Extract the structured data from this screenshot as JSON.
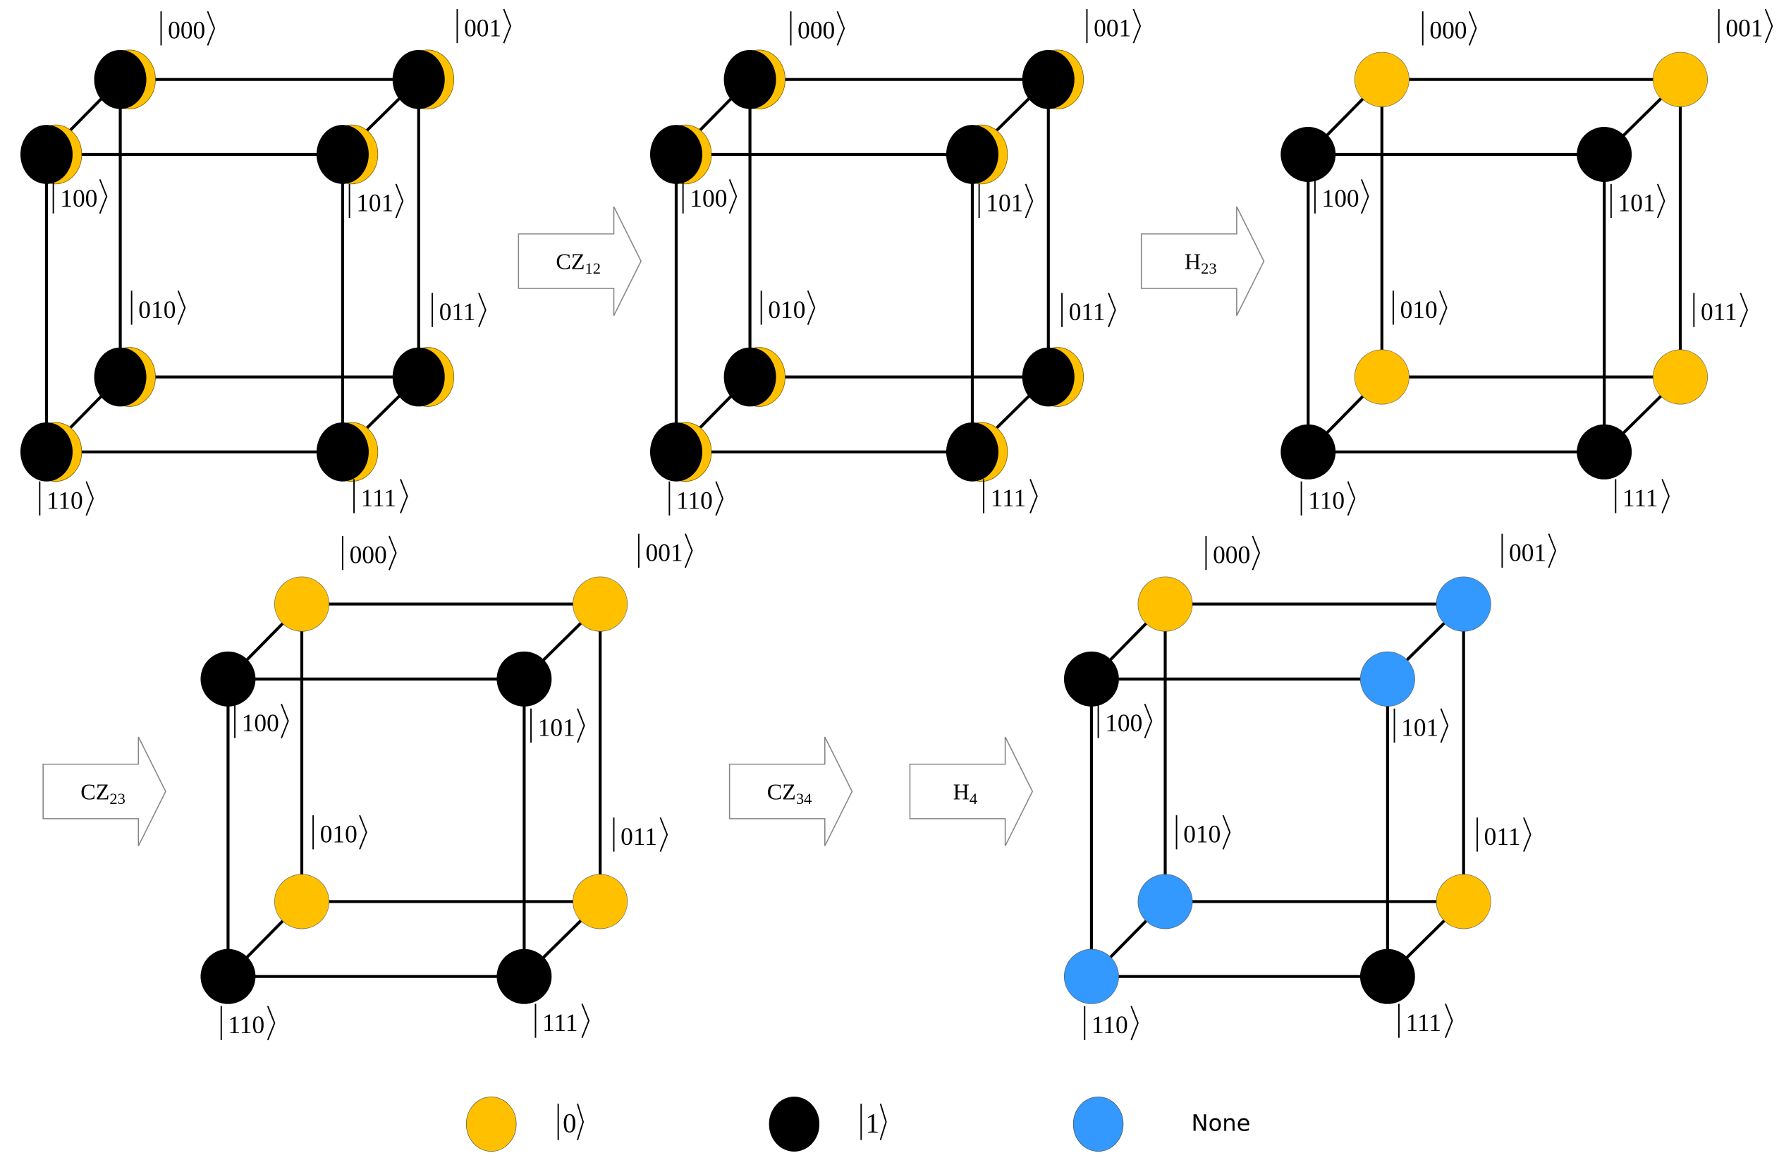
{
  "figure": {
    "description": "Evolution of 3-qubit computational basis states on a cube under a sequence of quantum gates",
    "colors": {
      "zero": "#FFC000",
      "one": "#000000",
      "none": "#3399FF",
      "edge": "#000000"
    },
    "basis_labels": [
      "000",
      "001",
      "100",
      "101",
      "010",
      "011",
      "110",
      "111"
    ],
    "gates": [
      {
        "id": "g1",
        "base": "CZ",
        "sub": "12"
      },
      {
        "id": "g2",
        "base": "H",
        "sub": "23"
      },
      {
        "id": "g3",
        "base": "CZ",
        "sub": "23"
      },
      {
        "id": "g4",
        "base": "CZ",
        "sub": "34"
      },
      {
        "id": "g5",
        "base": "H",
        "sub": "4"
      }
    ],
    "cubes": [
      {
        "id": "cube-1",
        "stage": "initial",
        "states": {
          "000": "superposed",
          "001": "superposed",
          "100": "superposed",
          "101": "superposed",
          "010": "superposed",
          "011": "superposed",
          "110": "superposed",
          "111": "superposed"
        }
      },
      {
        "id": "cube-2",
        "stage": "after CZ12",
        "states": {
          "000": "superposed",
          "001": "superposed",
          "100": "superposed",
          "101": "superposed",
          "010": "superposed",
          "011": "superposed",
          "110": "superposed",
          "111": "superposed"
        }
      },
      {
        "id": "cube-3",
        "stage": "after H23",
        "states": {
          "000": "zero",
          "001": "zero",
          "100": "one",
          "101": "one",
          "010": "zero",
          "011": "zero",
          "110": "one",
          "111": "one"
        }
      },
      {
        "id": "cube-4",
        "stage": "after CZ23",
        "states": {
          "000": "zero",
          "001": "zero",
          "100": "one",
          "101": "one",
          "010": "zero",
          "011": "zero",
          "110": "one",
          "111": "one"
        }
      },
      {
        "id": "cube-5",
        "stage": "after CZ34 and H4",
        "states": {
          "000": "zero",
          "001": "none",
          "100": "one",
          "101": "none",
          "010": "none",
          "011": "zero",
          "110": "none",
          "111": "one"
        }
      }
    ],
    "legend": [
      {
        "key": "zero",
        "label": "0",
        "style": "ket"
      },
      {
        "key": "one",
        "label": "1",
        "style": "ket"
      },
      {
        "key": "none",
        "label": "None",
        "style": "plain"
      }
    ]
  }
}
